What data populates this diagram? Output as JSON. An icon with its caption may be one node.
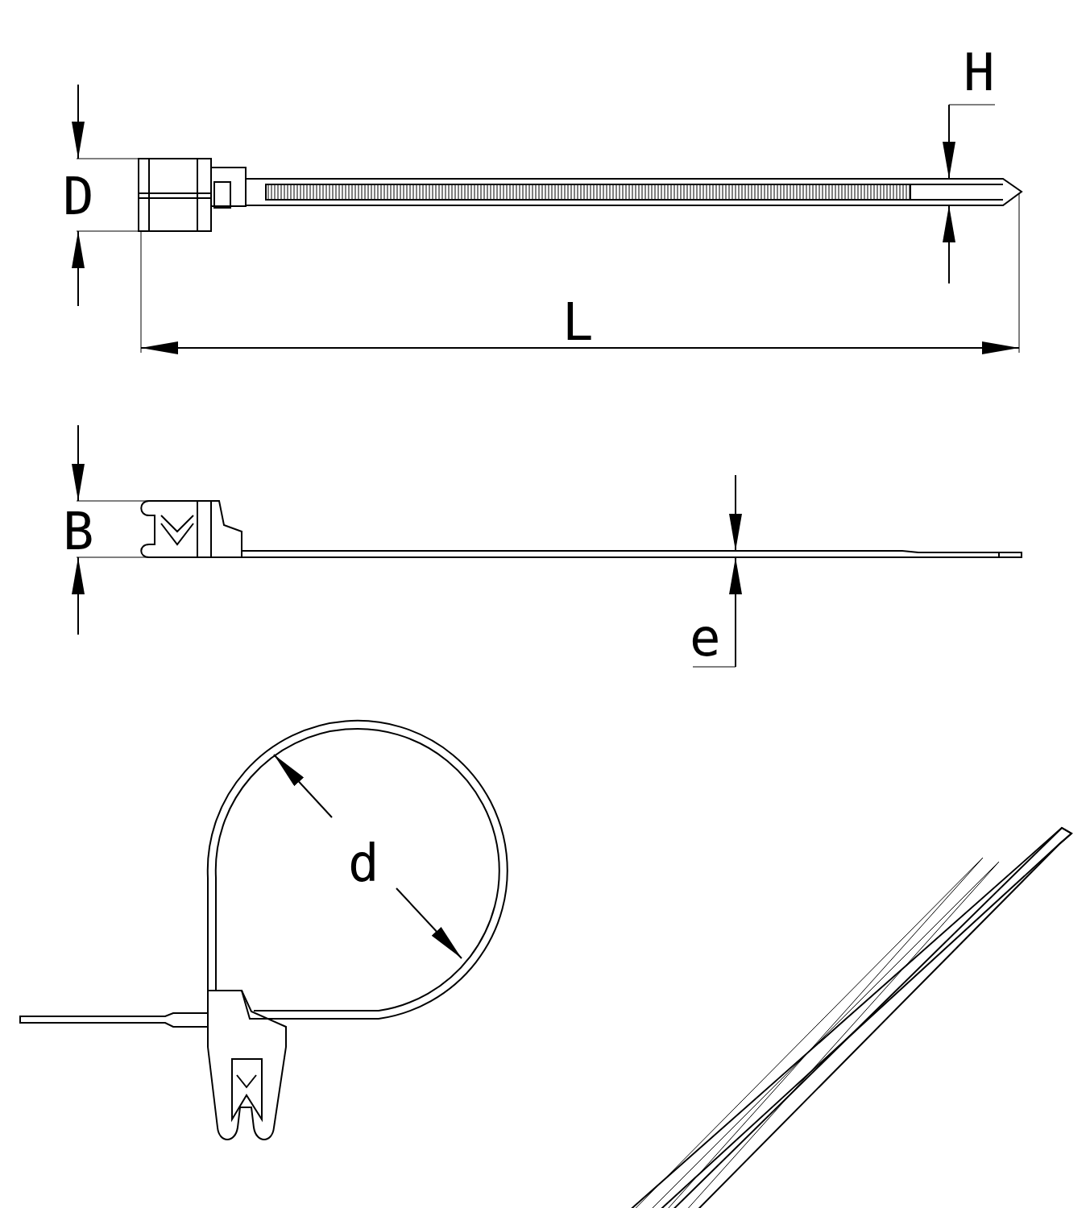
{
  "diagram": {
    "labels": [
      "H",
      "D",
      "L",
      "B",
      "e",
      "d"
    ]
  }
}
